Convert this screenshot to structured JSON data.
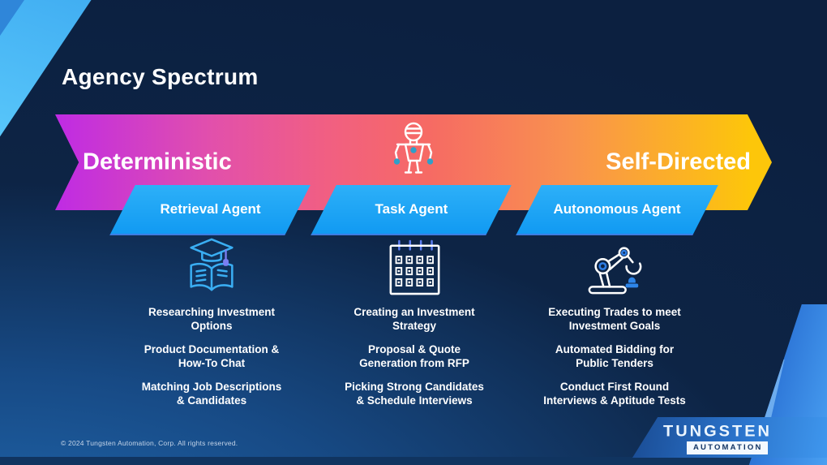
{
  "slide": {
    "title": "Agency Spectrum",
    "spectrum": {
      "left_label": "Deterministic",
      "right_label": "Self-Directed",
      "center_icon": "humanoid-robot-icon"
    },
    "columns": [
      {
        "banner": "Retrieval Agent",
        "icon": "graduation-book-icon",
        "items": [
          "Researching Investment\nOptions",
          "Product Documentation &\nHow-To Chat",
          "Matching Job Descriptions\n& Candidates"
        ]
      },
      {
        "banner": "Task Agent",
        "icon": "calendar-icon",
        "items": [
          "Creating an Investment\nStrategy",
          "Proposal & Quote\nGeneration from RFP",
          "Picking Strong Candidates\n& Schedule Interviews"
        ]
      },
      {
        "banner": "Autonomous Agent",
        "icon": "robot-arm-icon",
        "items": [
          "Executing Trades to meet\nInvestment Goals",
          "Automated Bidding for\nPublic Tenders",
          "Conduct First Round\nInterviews & Aptitude Tests"
        ]
      }
    ],
    "footer": "© 2024 Tungsten Automation, Corp. All rights reserved.",
    "logo": {
      "primary": "TUNGSTEN",
      "secondary": "AUTOMATION"
    },
    "colors": {
      "background_dark": "#0c2040",
      "background_light": "#2067ae",
      "banner_blue": "#1da2f4",
      "arrow_gradient_start": "#bf2be4",
      "arrow_gradient_mid": "#f66a64",
      "arrow_gradient_end": "#fdc60a",
      "accent_light_blue": "#4dbdf8",
      "icon_blue": "#3aaef3"
    }
  }
}
